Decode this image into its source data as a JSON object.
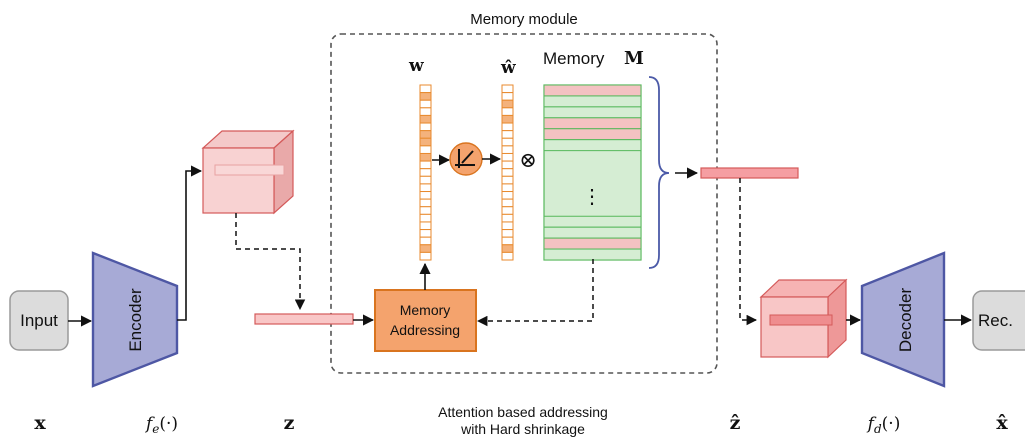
{
  "colors": {
    "encoder_fill": "#a7aad6",
    "encoder_stroke": "#4e57a4",
    "feature_fill": "#f8d2d2",
    "feature_stroke": "#d45a5a",
    "latent_fill": "#f59ea2",
    "vector_stroke": "#e88a2e",
    "vector_highlight": "#f4b27c",
    "addressing_fill": "#f4a36d",
    "addressing_stroke": "#d9741f",
    "memory_fill": "#d5edd3",
    "memory_stroke": "#56b85b",
    "memory_highlight": "#f4c2c2",
    "brace": "#4b5aa8",
    "io_box_fill": "#dcdcdc",
    "io_box_stroke": "#9a9a9a"
  },
  "labels": {
    "input": "Input",
    "encoder": "Encoder",
    "decoder": "Decoder",
    "output": "Rec.",
    "memory_module": "Memory module",
    "memory_word": "Memory",
    "memory_symbol": "M",
    "w": "w",
    "w_hat": "ŵ",
    "memory_addressing_line1": "Memory",
    "memory_addressing_line2": "Addressing",
    "ellipsis": "⋮",
    "otimes": "⊗",
    "attention_line1": "Attention based addressing",
    "attention_line2": "with Hard shrinkage"
  },
  "bottom_labels": {
    "x": "x",
    "fe": "fe(·)",
    "z": "z",
    "z_hat": "ẑ",
    "fd": "fd(·)",
    "x_hat": "x̂"
  },
  "vectors": {
    "w_cells": [
      0,
      1,
      0,
      0,
      1,
      0,
      1,
      1,
      0,
      1,
      0,
      0,
      0,
      0,
      0,
      0,
      0,
      0,
      0,
      0,
      0,
      1,
      0
    ],
    "w_hat_cells": [
      0,
      0,
      1,
      0,
      1,
      0,
      0,
      0,
      0,
      0,
      0,
      0,
      0,
      0,
      0,
      0,
      0,
      0,
      0,
      0,
      0,
      1,
      0
    ],
    "memory_rows": [
      1,
      0,
      0,
      1,
      1,
      0,
      0,
      0,
      0,
      0,
      0,
      0,
      0,
      0,
      1,
      0
    ]
  }
}
